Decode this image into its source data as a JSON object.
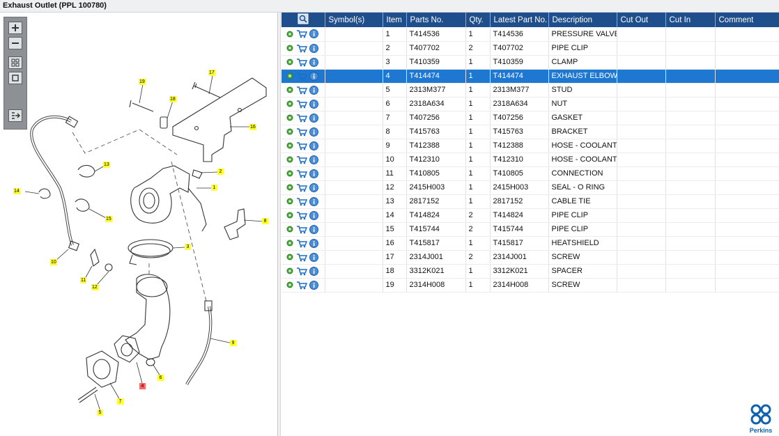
{
  "window": {
    "title": "Exhaust Outlet (PPL 100780)"
  },
  "toolbar": {
    "zoom_in": "zoom-in",
    "zoom_out": "zoom-out",
    "fit": "fit-to-window",
    "actual": "actual-size",
    "pan": "pan"
  },
  "table": {
    "headers": [
      "",
      "Symbol(s)",
      "Item",
      "Parts No.",
      "Qty.",
      "Latest Part No.",
      "Description",
      "Cut Out",
      "Cut In",
      "Comment"
    ],
    "selected_item": "4",
    "rows": [
      {
        "item": "1",
        "part": "T414536",
        "qty": "1",
        "latest": "T414536",
        "desc": "PRESSURE VALVE"
      },
      {
        "item": "2",
        "part": "T407702",
        "qty": "2",
        "latest": "T407702",
        "desc": "PIPE CLIP"
      },
      {
        "item": "3",
        "part": "T410359",
        "qty": "1",
        "latest": "T410359",
        "desc": "CLAMP"
      },
      {
        "item": "4",
        "part": "T414474",
        "qty": "1",
        "latest": "T414474",
        "desc": "EXHAUST ELBOW"
      },
      {
        "item": "5",
        "part": "2313M377",
        "qty": "1",
        "latest": "2313M377",
        "desc": "STUD"
      },
      {
        "item": "6",
        "part": "2318A634",
        "qty": "1",
        "latest": "2318A634",
        "desc": "NUT"
      },
      {
        "item": "7",
        "part": "T407256",
        "qty": "1",
        "latest": "T407256",
        "desc": "GASKET"
      },
      {
        "item": "8",
        "part": "T415763",
        "qty": "1",
        "latest": "T415763",
        "desc": "BRACKET"
      },
      {
        "item": "9",
        "part": "T412388",
        "qty": "1",
        "latest": "T412388",
        "desc": "HOSE - COOLANT"
      },
      {
        "item": "10",
        "part": "T412310",
        "qty": "1",
        "latest": "T412310",
        "desc": "HOSE - COOLANT"
      },
      {
        "item": "11",
        "part": "T410805",
        "qty": "1",
        "latest": "T410805",
        "desc": "CONNECTION"
      },
      {
        "item": "12",
        "part": "2415H003",
        "qty": "1",
        "latest": "2415H003",
        "desc": "SEAL - O RING"
      },
      {
        "item": "13",
        "part": "2817152",
        "qty": "1",
        "latest": "2817152",
        "desc": "CABLE TIE"
      },
      {
        "item": "14",
        "part": "T414824",
        "qty": "2",
        "latest": "T414824",
        "desc": "PIPE CLIP"
      },
      {
        "item": "15",
        "part": "T415744",
        "qty": "2",
        "latest": "T415744",
        "desc": "PIPE CLIP"
      },
      {
        "item": "16",
        "part": "T415817",
        "qty": "1",
        "latest": "T415817",
        "desc": "HEATSHIELD"
      },
      {
        "item": "17",
        "part": "2314J001",
        "qty": "2",
        "latest": "2314J001",
        "desc": "SCREW"
      },
      {
        "item": "18",
        "part": "3312K021",
        "qty": "1",
        "latest": "3312K021",
        "desc": "SPACER"
      },
      {
        "item": "19",
        "part": "2314H008",
        "qty": "1",
        "latest": "2314H008",
        "desc": "SCREW"
      }
    ]
  },
  "callouts": [
    "1",
    "2",
    "3",
    "4",
    "5",
    "6",
    "7",
    "8",
    "9",
    "10",
    "11",
    "12",
    "13",
    "14",
    "15",
    "16",
    "17",
    "18",
    "19"
  ],
  "highlighted_callout": "4",
  "brand": {
    "name": "Perkins",
    "color": "#1060b0"
  },
  "colors": {
    "header": "#1f4e8c",
    "selected": "#1e78d2",
    "callout": "#ffff33",
    "callout_selected": "#ff6666"
  }
}
